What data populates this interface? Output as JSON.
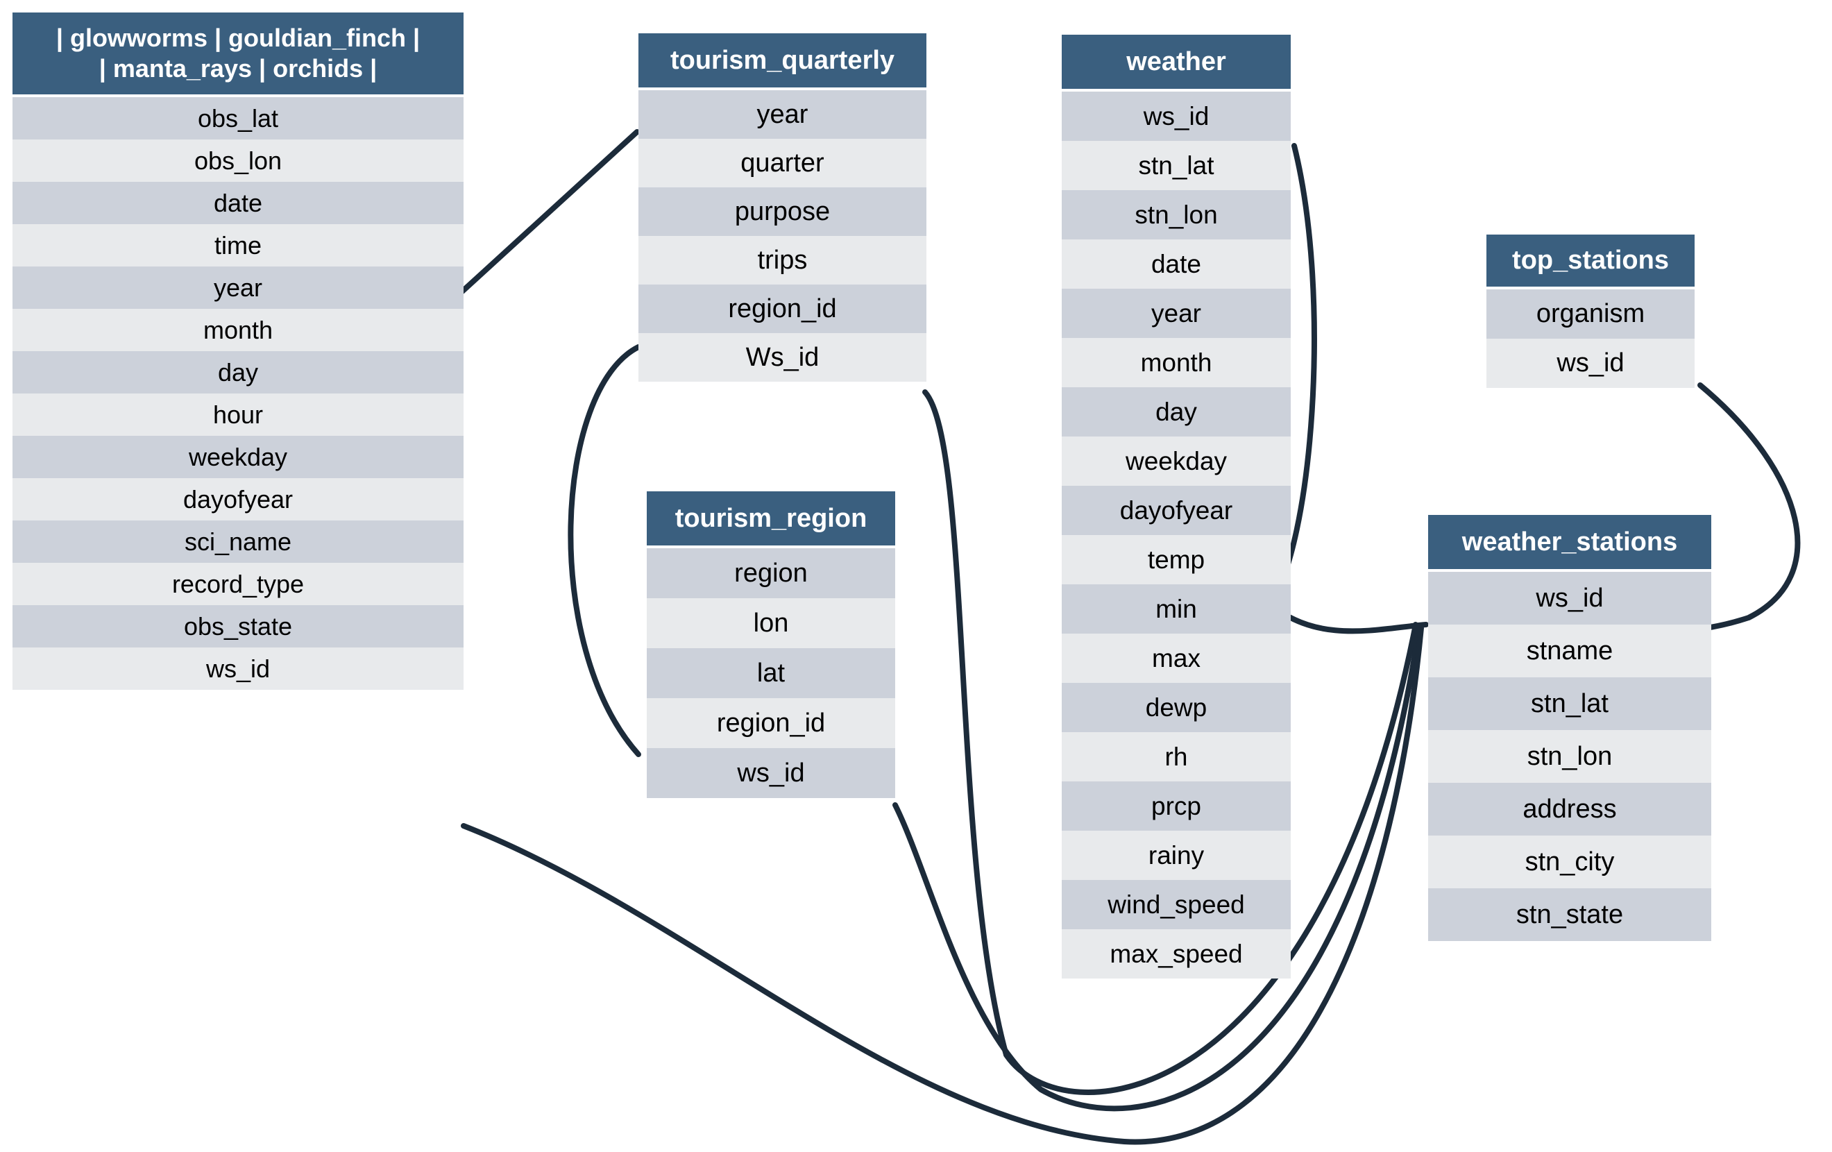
{
  "diagram": {
    "kind": "entity-relationship-schema",
    "colors": {
      "header_bg": "#3a5f7f",
      "header_text": "#ffffff",
      "row_dark": "#ccd1da",
      "row_light": "#e8eaec",
      "row_text": "#000000",
      "connector": "#1c2b3a",
      "background": "#ffffff"
    }
  },
  "tables": [
    {
      "id": "organisms",
      "title": "| glowworms | gouldian_finch |\n| manta_rays | orchids |",
      "title_line1": "| glowworms | gouldian_finch |",
      "title_line2": "| manta_rays | orchids |",
      "columns": [
        "obs_lat",
        "obs_lon",
        "date",
        "time",
        "year",
        "month",
        "day",
        "hour",
        "weekday",
        "dayofyear",
        "sci_name",
        "record_type",
        "obs_state",
        "ws_id"
      ]
    },
    {
      "id": "tourism_quarterly",
      "title": "tourism_quarterly",
      "columns": [
        "year",
        "quarter",
        "purpose",
        "trips",
        "region_id",
        "Ws_id"
      ]
    },
    {
      "id": "tourism_region",
      "title": "tourism_region",
      "columns": [
        "region",
        "lon",
        "lat",
        "region_id",
        "ws_id"
      ]
    },
    {
      "id": "weather",
      "title": "weather",
      "columns": [
        "ws_id",
        "stn_lat",
        "stn_lon",
        "date",
        "year",
        "month",
        "day",
        "weekday",
        "dayofyear",
        "temp",
        "min",
        "max",
        "dewp",
        "rh",
        "prcp",
        "rainy",
        "wind_speed",
        "max_speed"
      ]
    },
    {
      "id": "top_stations",
      "title": "top_stations",
      "columns": [
        "organism",
        "ws_id"
      ]
    },
    {
      "id": "weather_stations",
      "title": "weather_stations",
      "columns": [
        "ws_id",
        "stname",
        "stn_lat",
        "stn_lon",
        "address",
        "stn_city",
        "stn_state"
      ]
    }
  ],
  "relationships": [
    {
      "from_table": "organisms",
      "from_column": "time",
      "to_table": "tourism_quarterly",
      "to_column": "year"
    },
    {
      "from_table": "tourism_quarterly",
      "from_column": "region_id",
      "to_table": "tourism_region",
      "to_column": "region_id"
    },
    {
      "from_table": "tourism_quarterly",
      "from_column": "Ws_id",
      "to_table": "weather_stations",
      "to_column": "ws_id"
    },
    {
      "from_table": "tourism_region",
      "from_column": "ws_id",
      "to_table": "weather_stations",
      "to_column": "ws_id"
    },
    {
      "from_table": "organisms",
      "from_column": "ws_id",
      "to_table": "weather_stations",
      "to_column": "ws_id"
    },
    {
      "from_table": "weather",
      "from_column": "ws_id",
      "to_table": "weather_stations",
      "to_column": "ws_id"
    },
    {
      "from_table": "top_stations",
      "from_column": "ws_id",
      "to_table": "weather_stations",
      "to_column": "ws_id"
    }
  ]
}
